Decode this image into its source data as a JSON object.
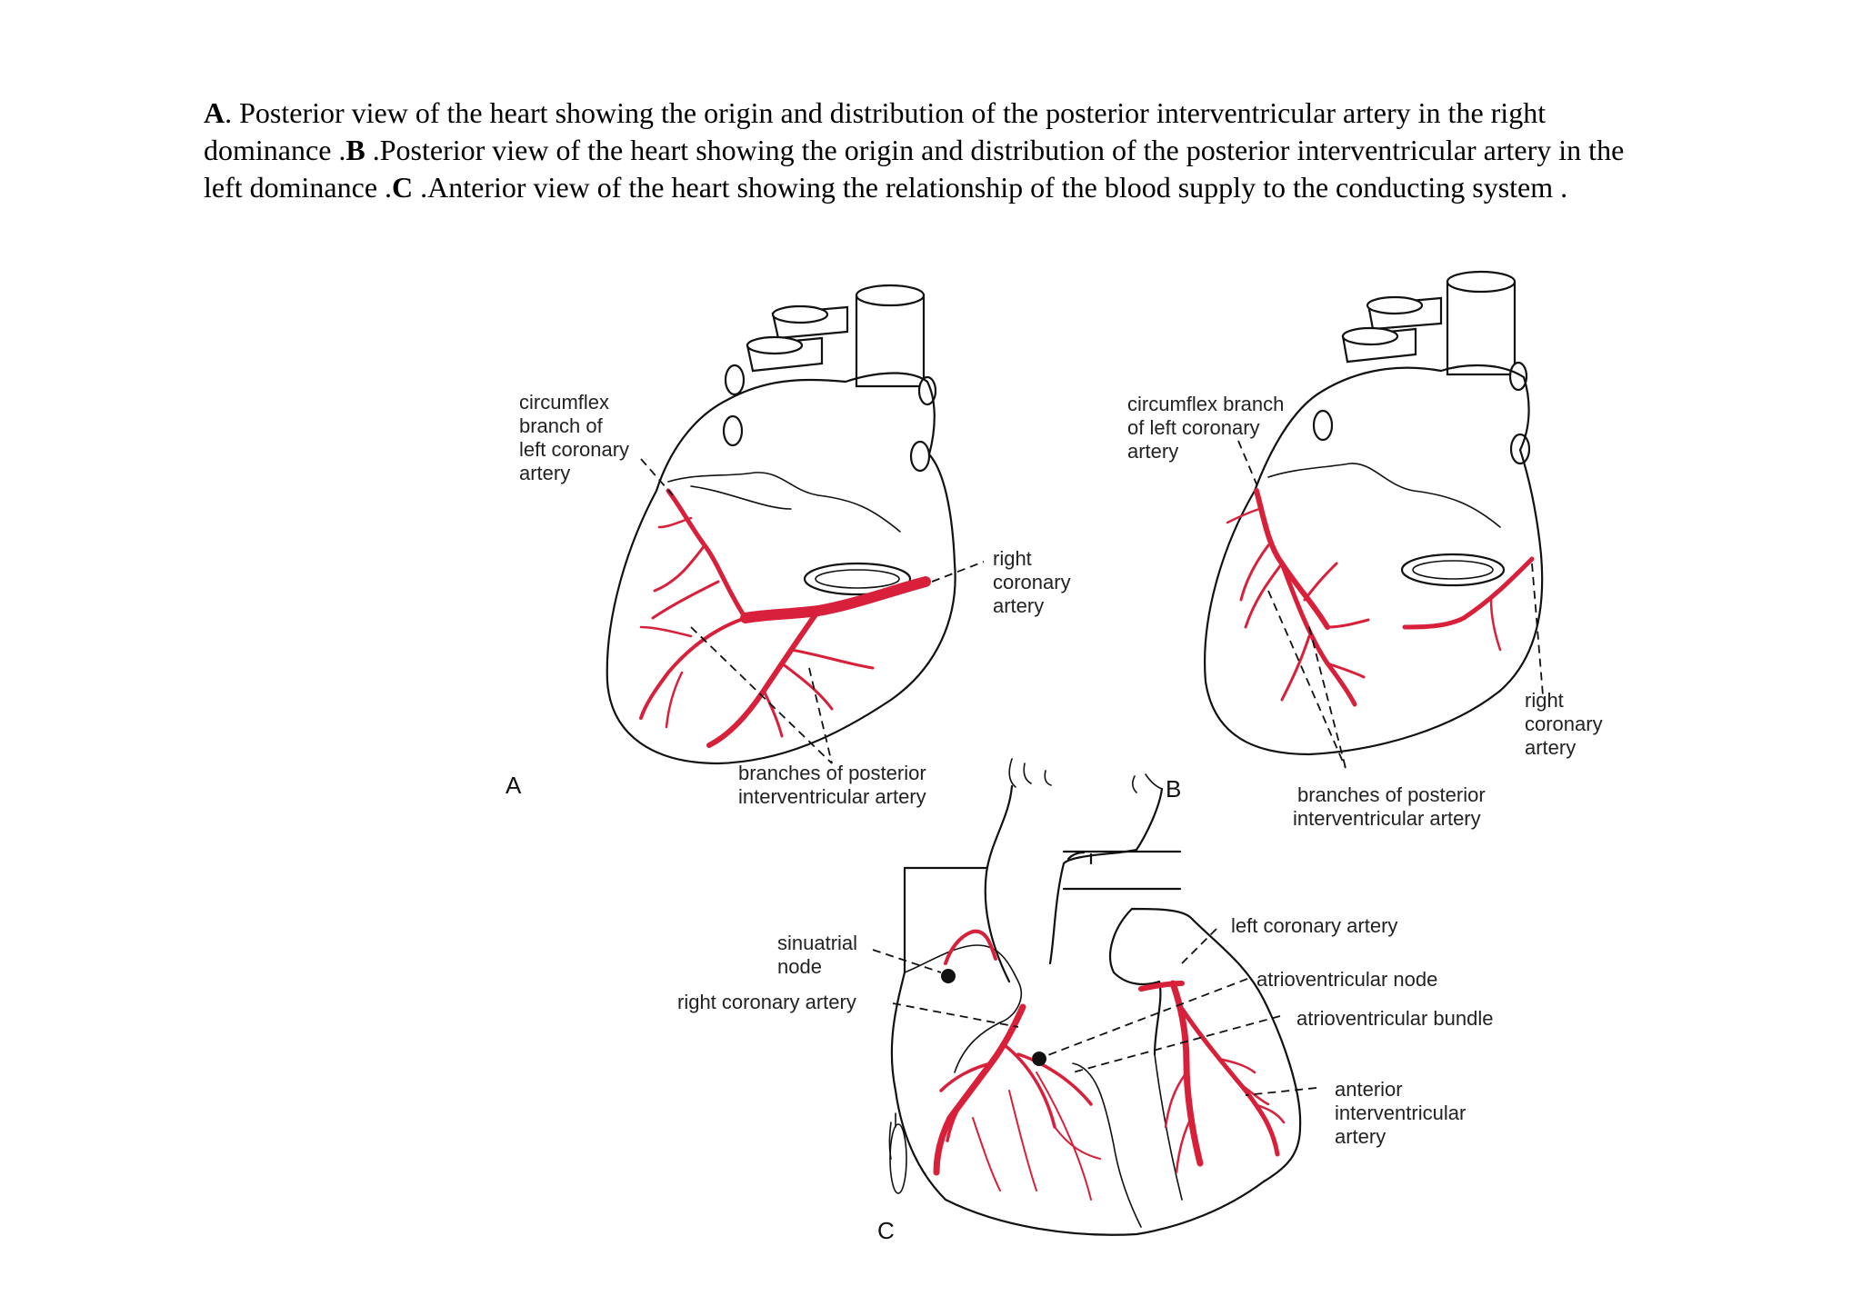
{
  "caption": {
    "label_a": "A",
    "text_a": ". Posterior view of the heart showing the origin and distribution of the posterior interventricular artery in the right dominance .",
    "label_b": "B",
    "text_b": " .Posterior view of the heart showing the origin and distribution of the posterior interventricular artery in the left dominance .",
    "label_c": "C",
    "text_c": " .Anterior view of the heart showing the relationship of the blood supply to the conducting system ."
  },
  "panel_a": {
    "letter": "A",
    "labels": {
      "circumflex": [
        "circumflex",
        "branch of",
        "left coronary",
        "artery"
      ],
      "right_coronary": [
        "right",
        "coronary",
        "artery"
      ],
      "branches": [
        "branches of posterior",
        "interventricular artery"
      ]
    }
  },
  "panel_b": {
    "letter": "B",
    "labels": {
      "circumflex": [
        "circumflex branch",
        "of left coronary",
        "artery"
      ],
      "right_coronary": [
        "right",
        "coronary",
        "artery"
      ],
      "branches": [
        "branches of posterior",
        "interventricular artery"
      ]
    }
  },
  "panel_c": {
    "letter": "C",
    "labels": {
      "sinuatrial": [
        "sinuatrial",
        "node"
      ],
      "right_coronary": "right coronary artery",
      "left_coronary": "left coronary artery",
      "av_node": "atrioventricular node",
      "av_bundle": "atrioventricular bundle",
      "anterior_iv": [
        "anterior",
        "interventricular",
        "artery"
      ]
    }
  },
  "colors": {
    "artery": "#d9203a",
    "outline": "#111111"
  }
}
